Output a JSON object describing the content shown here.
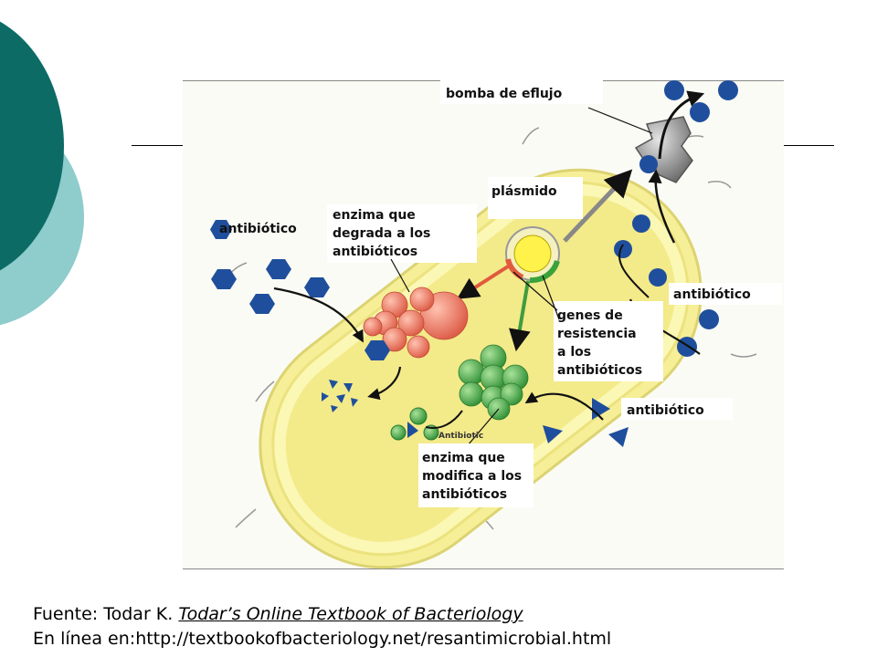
{
  "colors": {
    "theme_dark_teal": "#0d6b66",
    "theme_light_teal": "#8fcccc",
    "cell_fill": "#f5ef97",
    "cell_border": "#d8d06a",
    "antibiotic_blue": "#1f4f9c",
    "enzyme_red": "#e8735c",
    "enzyme_green": "#47a843",
    "plasmid_yellow": "#fff24a",
    "pump_gray": "#808080"
  },
  "figure": {
    "labels": {
      "efflux_pump": "bomba de eflujo",
      "plasmid": "plásmido",
      "degrading_enzyme": [
        "enzima que",
        "degrada a los",
        "antibióticos"
      ],
      "antibiotic_left": "antibiótico",
      "antibiotic_right": "antibiótico",
      "antibiotic_bottom": "antibiótico",
      "resistance_genes": [
        "genes de",
        "resistencia",
        "a los",
        "antibióticos"
      ],
      "modifying_enzyme": [
        "enzima que",
        "modifica a los",
        "antibióticos"
      ],
      "faint_label": "Antibiotic"
    }
  },
  "caption": {
    "line1_prefix": "Fuente: Todar K. ",
    "line1_ref": "Todar’s Online Textbook of Bacteriology",
    "line2": "En línea en:http://textbookofbacteriology.net/resantimicrobial.html"
  }
}
